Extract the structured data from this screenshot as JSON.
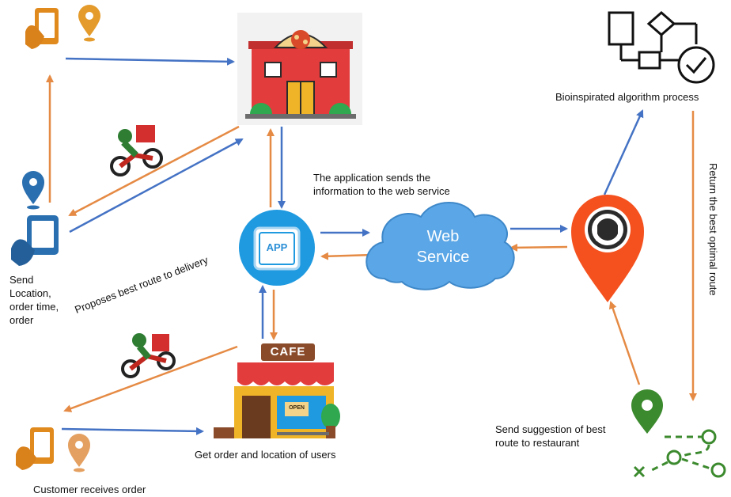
{
  "labels": {
    "sends_info": "The application sends the information to the web service",
    "sends_info_line1": "The application sends the",
    "sends_info_line2": "information to the web service",
    "send_location_line1": "Send",
    "send_location_line2": "Location,",
    "send_location_line3": "order time,",
    "send_location_line4": "order",
    "proposes_route": "Proposes best route to delivery",
    "bio_algorithm": "Bioinspirated algorithm process",
    "return_route": "Return the best optimal route",
    "send_suggestion_line1": "Send suggestion of best",
    "send_suggestion_line2": "route  to restaurant",
    "get_order": "Get order and location of users",
    "customer_receives": "Customer receives order"
  },
  "nodes": {
    "app_label": "APP",
    "web_service_line1": "Web",
    "web_service_line2": "Service",
    "cafe_sign": "CAFE",
    "open_sign": "OPEN"
  },
  "colors": {
    "arrow_blue": "#4472c4",
    "arrow_orange": "#e58a44",
    "cloud_blue": "#5aa6e6",
    "app_blue": "#1f9ae0",
    "pin_red": "#f4511e",
    "route_green": "#3c8a2e",
    "phone_orange": "#e08a1e",
    "phone_blue": "#2a6fb0"
  }
}
